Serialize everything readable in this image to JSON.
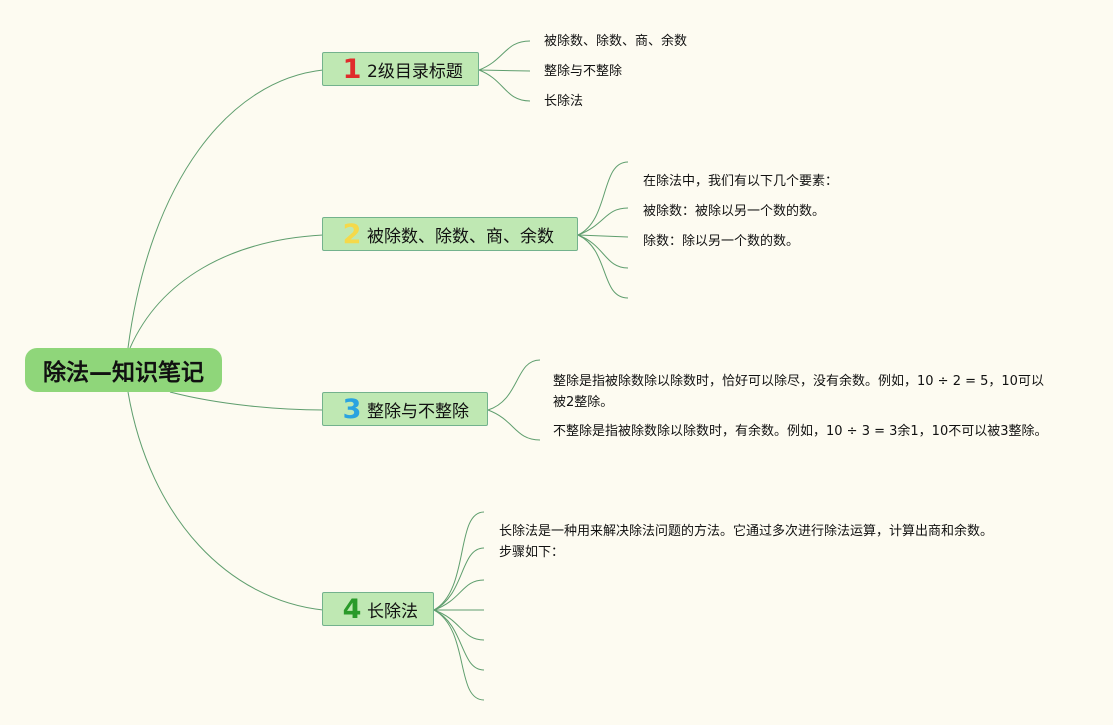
{
  "root": {
    "title": "除法—知识笔记"
  },
  "topics": [
    {
      "number": "1",
      "number_color": "#e02b2b",
      "title": "2级目录标题",
      "leaves": [
        "被除数、除数、商、余数",
        "整除与不整除",
        "长除法"
      ]
    },
    {
      "number": "2",
      "number_color": "#f5d94a",
      "title": "被除数、除数、商、余数",
      "leaves": [
        "在除法中，我们有以下几个要素：",
        "被除数：被除以另一个数的数。",
        "除数：除以另一个数的数。",
        "",
        ""
      ]
    },
    {
      "number": "3",
      "number_color": "#2aa3e0",
      "title": "整除与不整除",
      "leaves": [
        "整除是指被除数除以除数时，恰好可以除尽，没有余数。例如，10 ÷ 2 = 5，10可以被2整除。",
        "不整除是指被除数除以除数时，有余数。例如，10 ÷ 3 = 3余1，10不可以被3整除。"
      ]
    },
    {
      "number": "4",
      "number_color": "#2a9a2a",
      "title": "长除法",
      "leaves": [
        "长除法是一种用来解决除法问题的方法。它通过多次进行除法运算，计算出商和余数。步骤如下：",
        "",
        "",
        "",
        "",
        "",
        ""
      ]
    }
  ],
  "colors": {
    "background": "#fdfbf1",
    "root_fill": "#8fd67a",
    "topic_fill": "#bfe8b3",
    "topic_border": "#73b28d",
    "connector": "#5f9e6e"
  }
}
